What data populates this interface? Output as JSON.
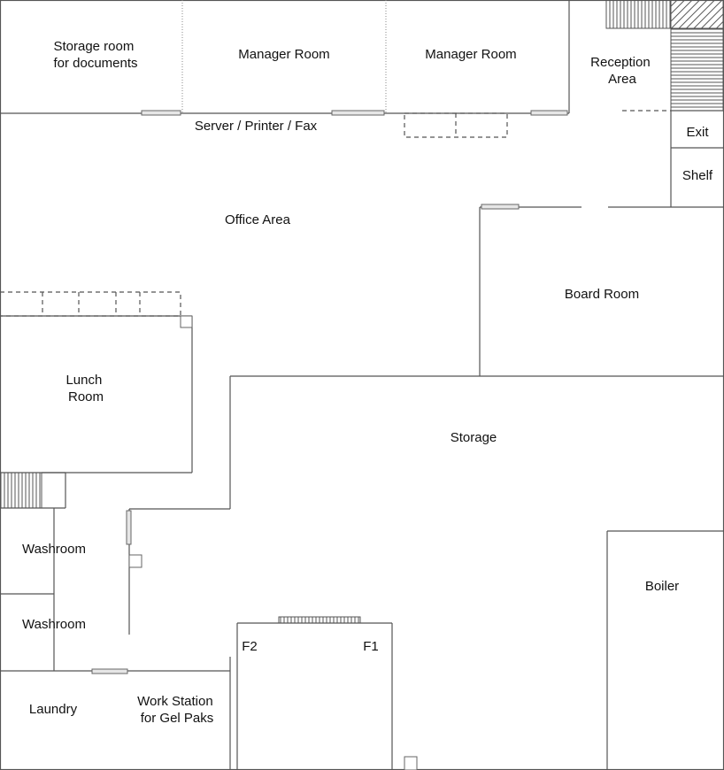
{
  "rooms": {
    "storage_docs": [
      "Storage room",
      "for documents"
    ],
    "manager_1": "Manager Room",
    "manager_2": "Manager Room",
    "reception": [
      "Reception",
      "Area"
    ],
    "exit": "Exit",
    "shelf": "Shelf",
    "server": "Server / Printer / Fax",
    "office": "Office Area",
    "board": "Board Room",
    "lunch": [
      "Lunch",
      "Room"
    ],
    "storage": "Storage",
    "washroom_1": "Washroom",
    "washroom_2": "Washroom",
    "boiler": "Boiler",
    "f2": "F2",
    "f1": "F1",
    "laundry": "Laundry",
    "workstation": [
      "Work Station",
      "for Gel Paks"
    ]
  },
  "colors": {
    "wall": "#555555",
    "door": "#e6e6e6",
    "background": "#ffffff"
  }
}
